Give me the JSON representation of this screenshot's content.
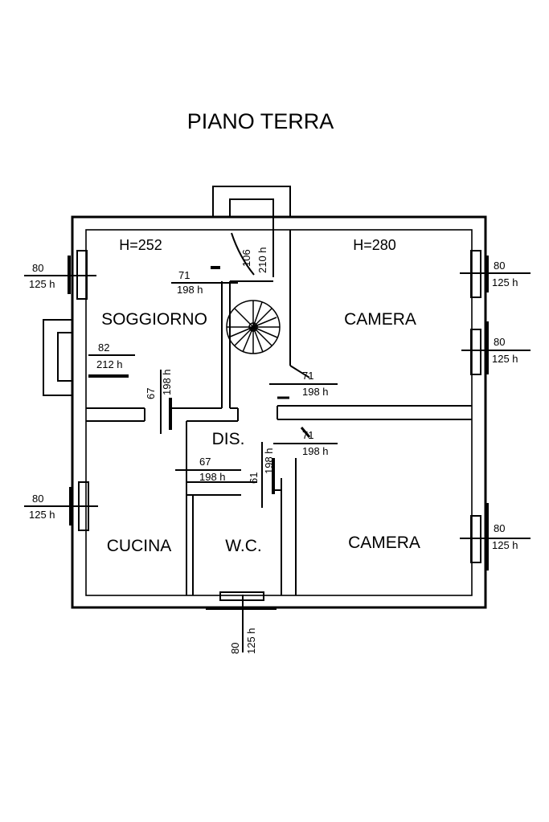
{
  "title": "PIANO TERRA",
  "heights": {
    "left": "H=252",
    "right": "H=280"
  },
  "rooms": {
    "soggiorno": "SOGGIORNO",
    "camera_top": "CAMERA",
    "dis": "DIS.",
    "cucina": "CUCINA",
    "wc": "W.C.",
    "camera_bottom": "CAMERA"
  },
  "windows": {
    "left_top": {
      "w": "80",
      "h": "125 h"
    },
    "left_bottom": {
      "w": "80",
      "h": "125 h"
    },
    "right_top": {
      "w": "80",
      "h": "125 h"
    },
    "right_mid": {
      "w": "80",
      "h": "125 h"
    },
    "right_bottom": {
      "w": "80",
      "h": "125 h"
    },
    "bottom": {
      "w": "80",
      "h": "125 h"
    }
  },
  "doors": {
    "entrance": {
      "w": "106",
      "h": "210 h"
    },
    "soggiorno": {
      "w": "71",
      "h": "198 h"
    },
    "balcony": {
      "w": "82",
      "h": "212 h"
    },
    "camera_top": {
      "w": "71",
      "h": "198 h"
    },
    "camera_bottom": {
      "w": "71",
      "h": "198 h"
    },
    "soggiorno_dis": {
      "w": "67",
      "h": "198 h"
    },
    "cucina": {
      "w": "67",
      "h": "198 h"
    },
    "wc": {
      "w": "61",
      "h": "198 h"
    }
  }
}
